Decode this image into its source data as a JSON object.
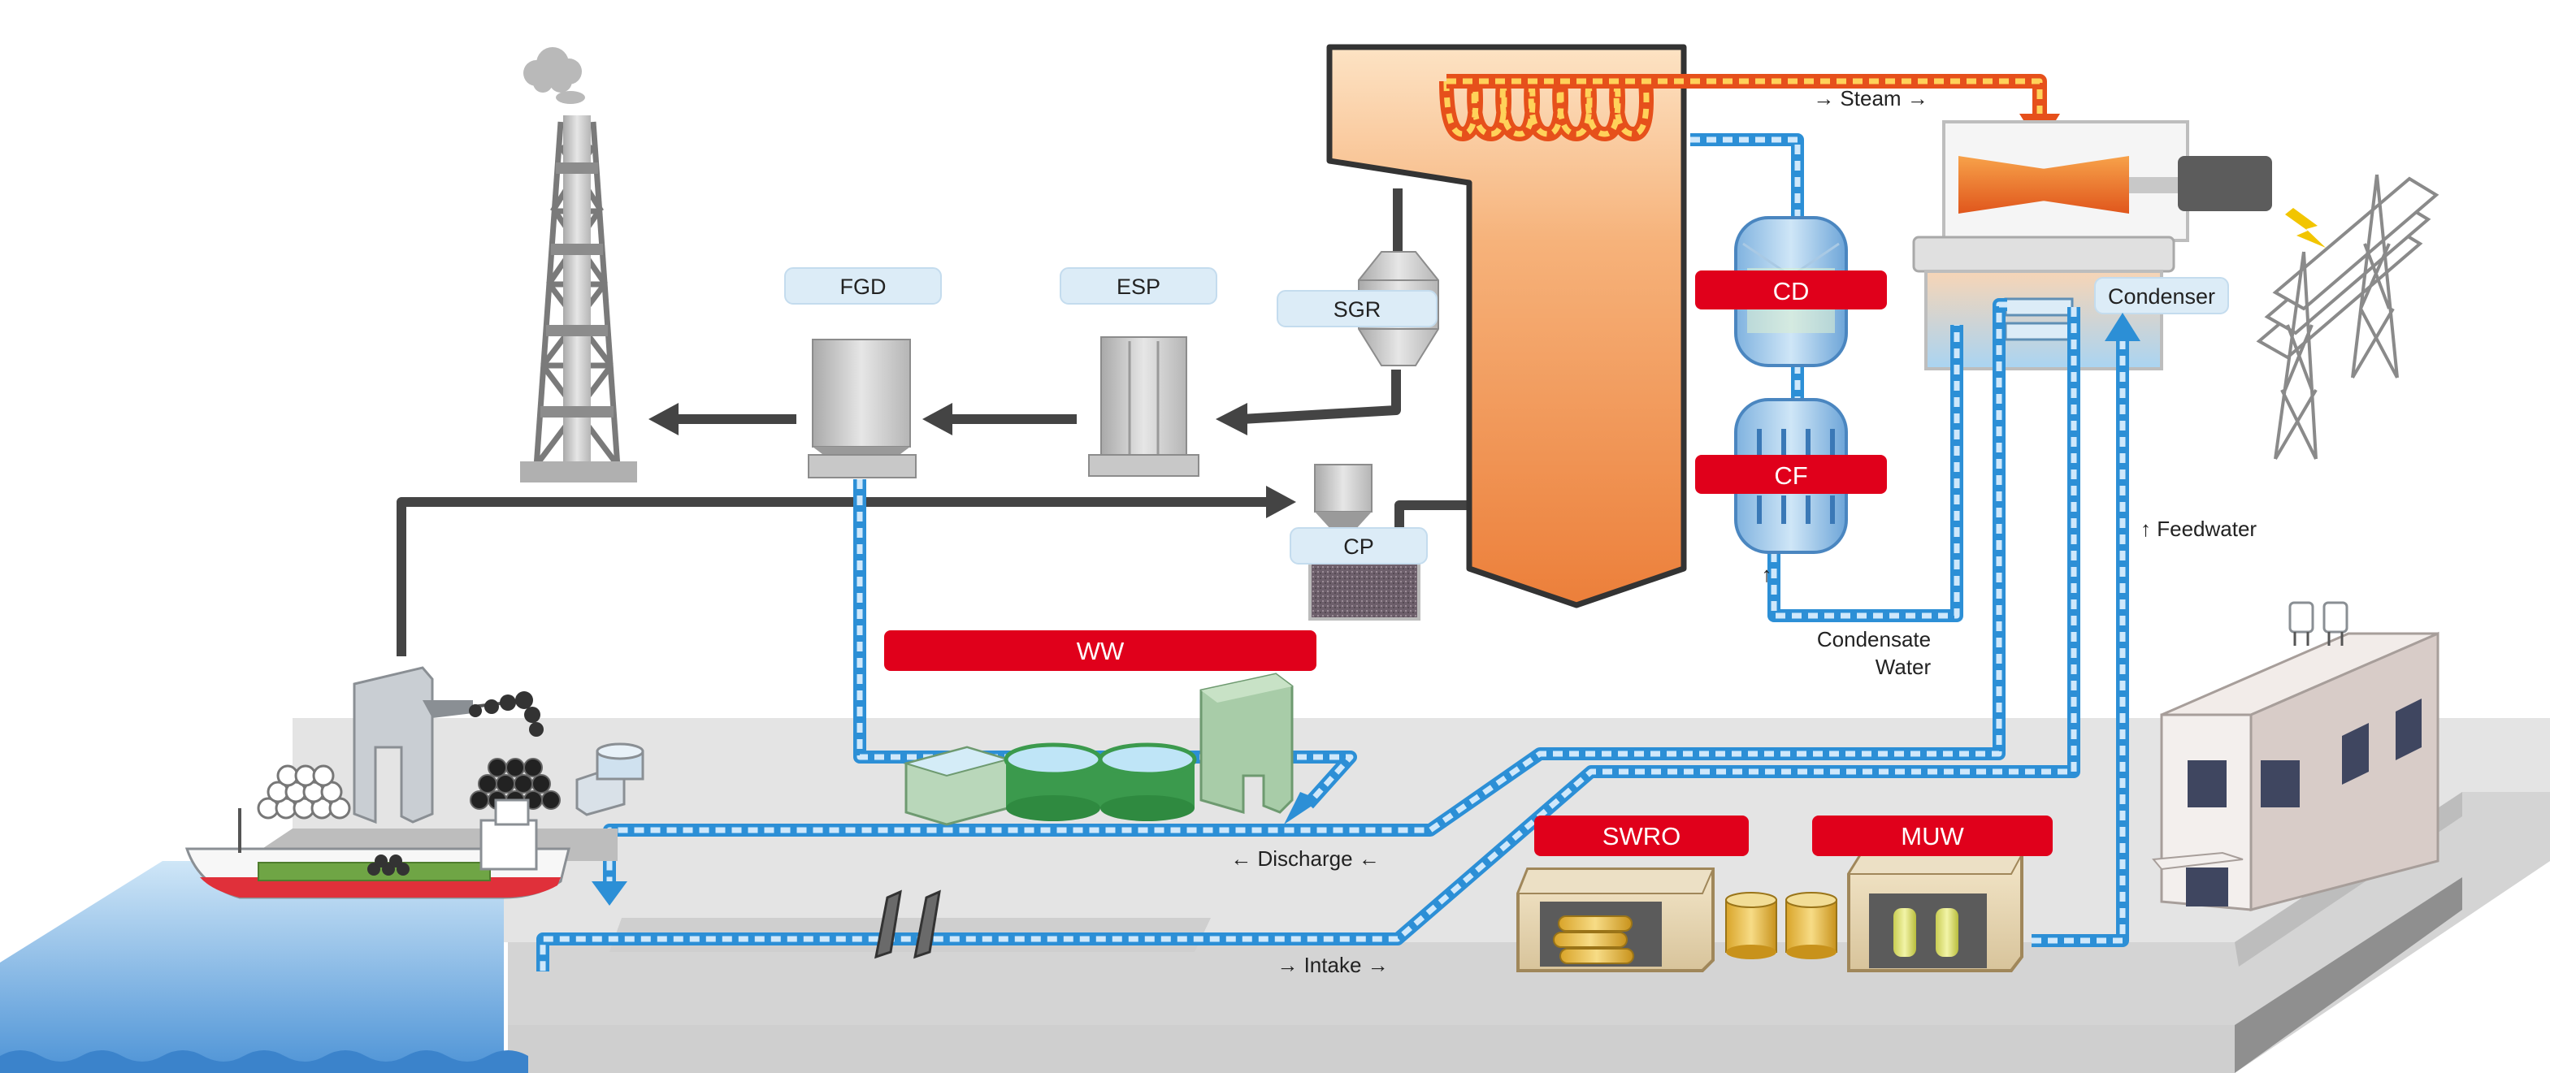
{
  "labels": {
    "fgd": "FGD",
    "esp": "ESP",
    "sgr": "SGR",
    "cp": "CP",
    "cd": "CD",
    "cf": "CF",
    "ww": "WW",
    "swro": "SWRO",
    "muw": "MUW",
    "condenser": "Condenser"
  },
  "annotations": {
    "steam": "→ Steam →",
    "feedwater": "↑ Feedwater",
    "condensate_arrow": "↑",
    "condensate_line1": "Condensate",
    "condensate_line2": "Water",
    "discharge": "← Discharge ←",
    "intake": "→ Intake →"
  },
  "colors": {
    "highlight_red": "#e0001b",
    "light_label": "#dcecf7",
    "water_pipe": "#2c8fd6",
    "steam_pipe": "#e6501b",
    "boiler": "#f09b5a",
    "flue_gas": "#444444",
    "sea": "#8ec3ea"
  }
}
